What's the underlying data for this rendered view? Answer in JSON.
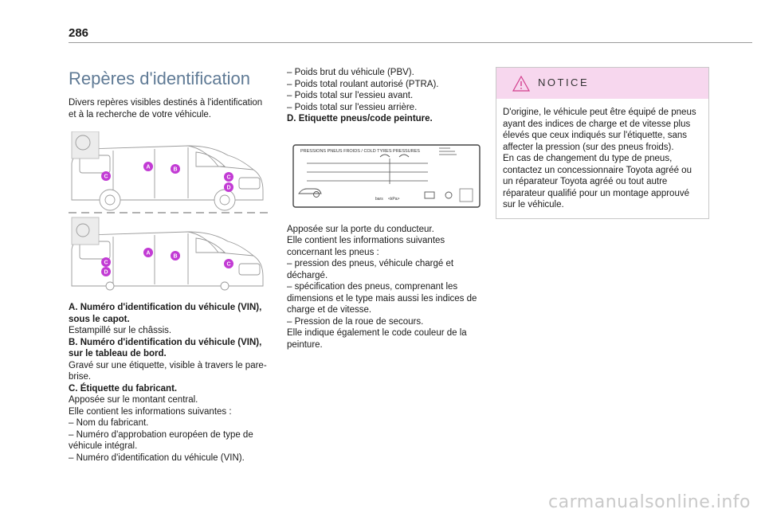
{
  "page": {
    "number": "286"
  },
  "col1": {
    "title": "Repères d'identification",
    "intro": "Divers repères visibles destinés à l'identification et à la recherche de votre véhicule.",
    "figure": {
      "markers_top": [
        "A",
        "B",
        "C",
        "C",
        "D"
      ],
      "markers_bottom": [
        "A",
        "B",
        "C",
        "D",
        "C"
      ]
    },
    "a_head": "A. Numéro d'identification du véhicule (VIN), sous le capot.",
    "a_body": "Estampillé sur le châssis.",
    "b_head": "B. Numéro d'identification du véhicule (VIN), sur le tableau de bord.",
    "b_body": "Gravé sur une étiquette, visible à travers le pare-brise.",
    "c_head": "C. Étiquette du fabricant.",
    "c_body1": "Apposée sur le montant central.",
    "c_body2": "Elle contient les informations suivantes :",
    "c_items": [
      "–  Nom du fabricant.",
      "–  Numéro d'approbation européen de type de véhicule intégral.",
      "–  Numéro d'identification du véhicule (VIN)."
    ]
  },
  "col2": {
    "items": [
      "–  Poids brut du véhicule (PBV).",
      "–  Poids total roulant autorisé (PTRA).",
      "–  Poids total sur l'essieu avant.",
      "–  Poids total sur l'essieu arrière."
    ],
    "d_head": "D. Etiquette pneus/code peinture.",
    "label": {
      "header": "PRESSIONS PNEUS FROIDS / COLD TYRES PRESSURES",
      "unit": "bars",
      "unit2": "<kPa>"
    },
    "p1": "Apposée sur la porte du conducteur.",
    "p2": "Elle contient les informations suivantes concernant les pneus :",
    "list": [
      "–  pression des pneus, véhicule chargé et déchargé.",
      "–  spécification des pneus, comprenant les dimensions et le type mais aussi les indices de charge et de vitesse.",
      "–  Pression de la roue de secours."
    ],
    "p3": "Elle indique également le code couleur de la peinture."
  },
  "notice": {
    "title": "NOTICE",
    "p1": "D'origine, le véhicule peut être équipé de pneus ayant des indices de charge et de vitesse plus élevés que ceux indiqués sur l'étiquette, sans affecter la pression (sur des pneus froids).",
    "p2": "En cas de changement du type de pneus, contactez un concessionnaire Toyota agréé ou un réparateur Toyota agréé ou tout autre réparateur qualifié pour un montage approuvé sur le véhicule."
  },
  "watermark": "carmanualsonline.info",
  "colors": {
    "title": "#5f7a95",
    "marker": "#c23bd4",
    "notice_bg": "#f7d7ee",
    "notice_icon": "#d23c8c"
  }
}
